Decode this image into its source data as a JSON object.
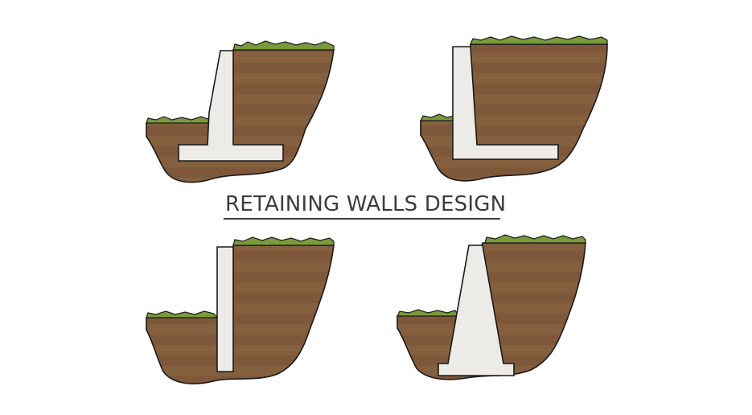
{
  "title": "RETAINING WALLS DESIGN",
  "colors": {
    "soil": "#7a5438",
    "soil_band": "#8a6244",
    "grass": "#7a9a3c",
    "concrete": "#ecebe7",
    "outline": "#1a1a1a",
    "title_text": "#3c3c3c"
  },
  "diagrams": [
    {
      "name": "cantilever-t-wall"
    },
    {
      "name": "cantilever-l-wall"
    },
    {
      "name": "sheet-pile-wall"
    },
    {
      "name": "gravity-wall"
    }
  ]
}
